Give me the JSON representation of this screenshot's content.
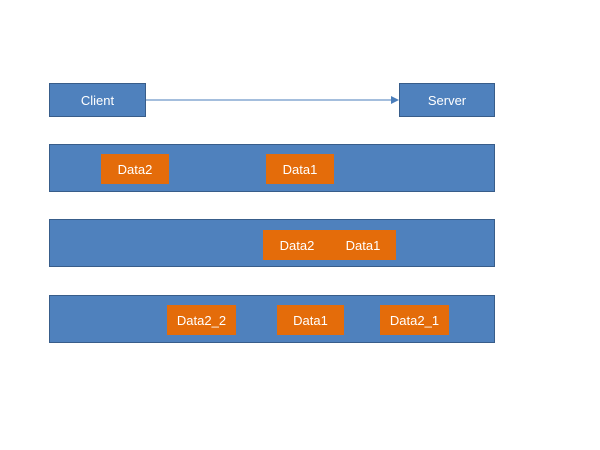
{
  "nodes": {
    "client": "Client",
    "server": "Server"
  },
  "lanes": [
    {
      "packets": [
        "Data2",
        "Data1"
      ]
    },
    {
      "packets": [
        "Data2",
        "Data1"
      ]
    },
    {
      "packets": [
        "Data2_2",
        "Data1",
        "Data2_1"
      ]
    }
  ],
  "colors": {
    "lane_fill": "#4f81bd",
    "packet_fill": "#e46c0a",
    "arrow": "#4a7ebb"
  }
}
